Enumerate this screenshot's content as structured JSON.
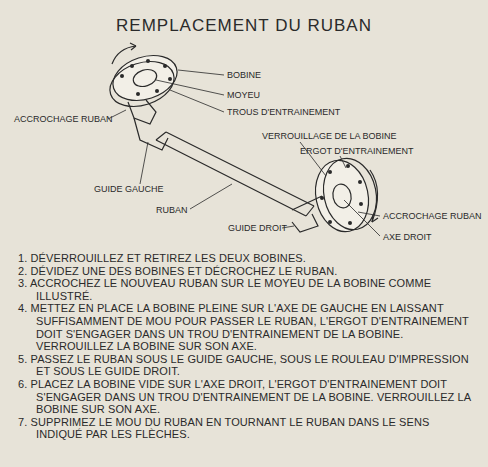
{
  "diagram": {
    "title": "REMPLACEMENT DU RUBAN",
    "labels": [
      "BOBINE",
      "MOYEU",
      "TROUS D'ENTRAINEMENT",
      "ACCROCHAGE RUBAN",
      "VERROUILLAGE DE LA BOBINE",
      "ERGOT D'ENTRAINEMENT",
      "GUIDE GAUCHE",
      "RUBAN",
      "GUIDE DROIT",
      "ACCROCHAGE RUBAN",
      "AXE DROIT",
      "1. DÉVERROUILLEZ ET RETIREZ LES DEUX BOBINES.",
      "2. DÉVIDEZ UNE DES BOBINES ET DÉCROCHEZ LE RUBAN.",
      "3. ACCROCHEZ LE NOUVEAU RUBAN SUR LE MOYEU DE LA BOBINE COMME ILLUSTRÉ.",
      "4. METTEZ EN PLACE LA BOBINE PLEINE SUR L'AXE DE GAUCHE EN LAISSANT SUFFISAMMENT DE MOU POUR PASSER LE RUBAN, L'ERGOT D'ENTRAINEMENT DOIT S'ENGAGER DANS UN TROU D'ENTRAINEMENT DE LA BOBINE. VERROUILLEZ LA BOBINE SUR SON AXE.",
      "5. PASSEZ LE RUBAN SOUS LE GUIDE GAUCHE, SOUS LE ROULEAU D'IMPRESSION ET SOUS LE GUIDE DROIT.",
      "6. PLACEZ LA BOBINE VIDE SUR L'AXE DROIT, L'ERGOT D'ENTRAINEMENT DOIT S'ENGAGER DANS UN TROU D'ENTRAINEMENT DE LA BOBINE. VERROUILLEZ LA BOBINE SUR SON AXE.",
      "7. SUPPRIMEZ LE MOU DU RUBAN EN TOURNANT LE RUBAN DANS LE SENS INDIQUÉ PAR LES FLÈCHES."
    ]
  }
}
